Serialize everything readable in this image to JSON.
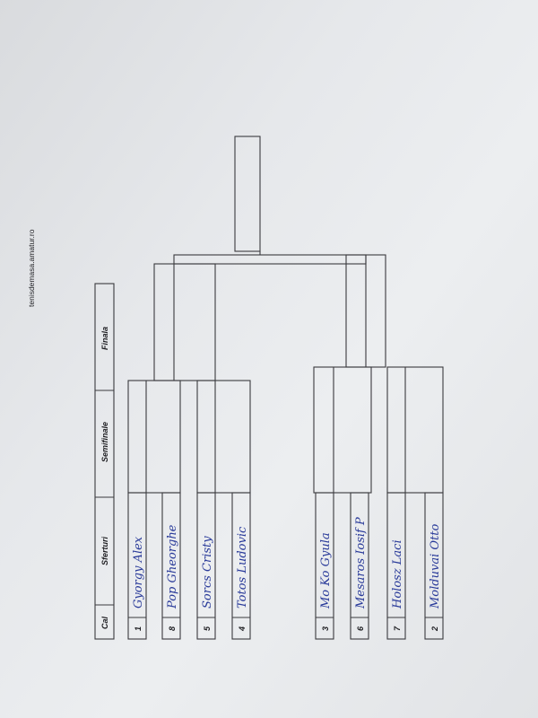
{
  "site": "tenisdemasa.amatur.ro",
  "headers": {
    "seed": "Cal",
    "quarters": "Sferturi",
    "semis": "Semifinale",
    "final": "Finala"
  },
  "players": [
    {
      "seed": "1",
      "name": "Gyorgy Alex"
    },
    {
      "seed": "8",
      "name": "Pop Gheorghe"
    },
    {
      "seed": "5",
      "name": "Sorcs Cristy"
    },
    {
      "seed": "4",
      "name": "Totos Ludovic"
    },
    {
      "seed": "3",
      "name": "Mo Ko Gyula"
    },
    {
      "seed": "6",
      "name": "Mesaros Iosif P"
    },
    {
      "seed": "7",
      "name": "Holosz Laci"
    },
    {
      "seed": "2",
      "name": "Molduvai Otto"
    }
  ]
}
